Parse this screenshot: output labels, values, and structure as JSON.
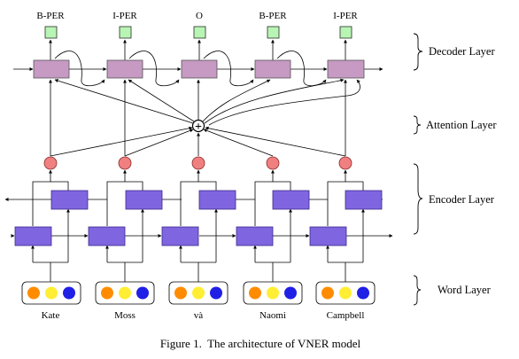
{
  "diagram": {
    "output_tags": [
      "B-PER",
      "I-PER",
      "O",
      "B-PER",
      "I-PER"
    ],
    "input_words": [
      "Kate",
      "Moss",
      "và",
      "Naomi",
      "Campbell"
    ],
    "layers": {
      "decoder": "Decoder Layer",
      "attention": "Attention Layer",
      "encoder": "Encoder Layer",
      "word": "Word Layer"
    },
    "attention_symbol": "+",
    "caption": "Figure 1.  The architecture of VNER model"
  },
  "colors": {
    "tag_box": "#b8f5b4",
    "decoder_cell": "#c69ac3",
    "attention_node": "#f08080",
    "encoder_cell": "#8065e0",
    "embed_orange": "#ff8c00",
    "embed_yellow": "#ffee33",
    "embed_blue": "#1f1fe6",
    "line": "#000000"
  }
}
